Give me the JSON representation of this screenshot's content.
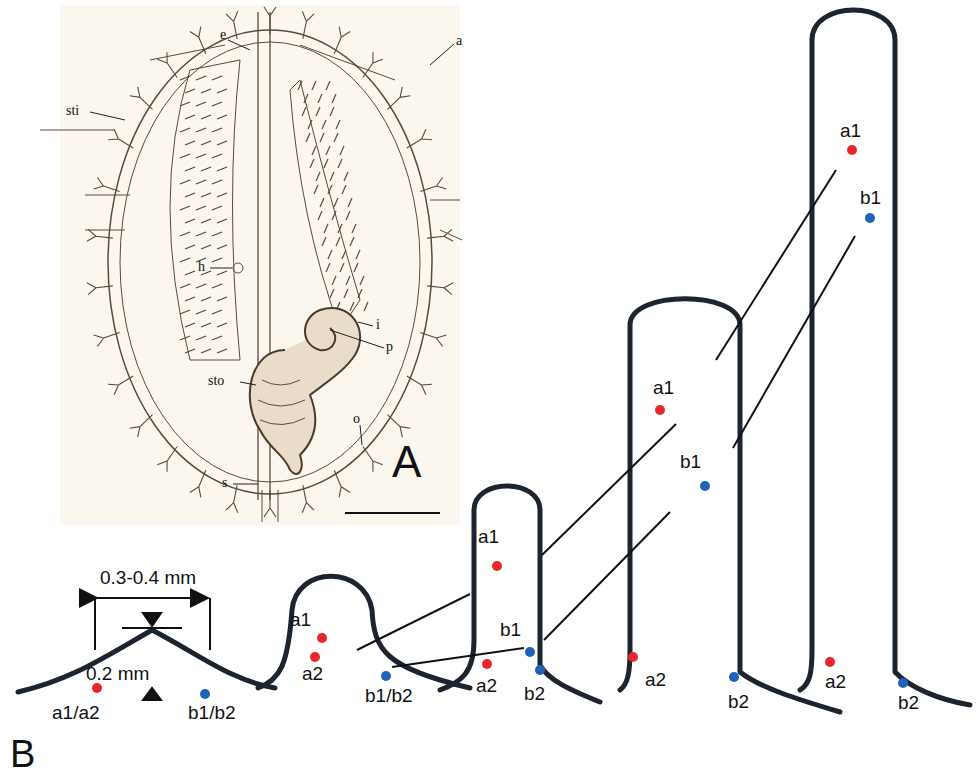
{
  "diagram": {
    "labels": [
      "A",
      "e",
      "a",
      "sti",
      "h",
      "i",
      "p",
      "sto",
      "o",
      "s",
      "B",
      "0.3-0.4 mm",
      "0.2 mm",
      "a1/a2",
      "b1/b2",
      "a1",
      "a2",
      "b1/b2",
      "a1",
      "b1",
      "a2",
      "b2",
      "a1",
      "b1",
      "a2",
      "b2",
      "a1",
      "b1",
      "a2",
      "b2"
    ]
  }
}
